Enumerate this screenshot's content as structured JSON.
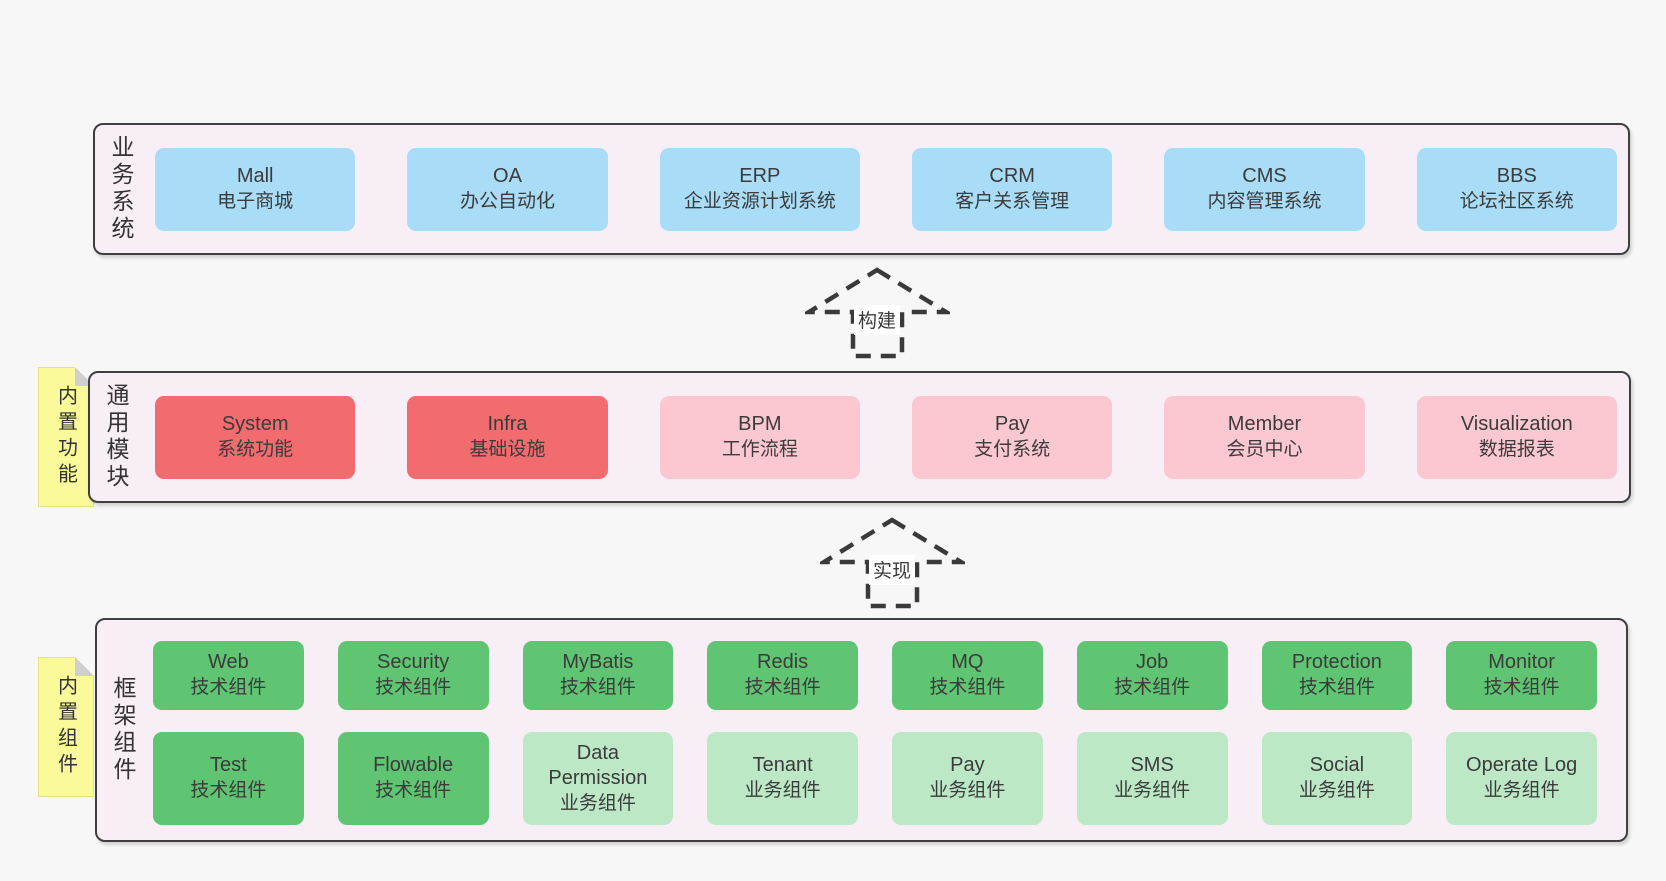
{
  "page": {
    "background": "#f7f7f7"
  },
  "colors": {
    "panel_background": "#f8eef6",
    "panel_border": "#3f3f3f",
    "blue": "#a9dcf6",
    "red": "#f26b6e",
    "pink": "#fbc8d2",
    "green": "#5fc573",
    "light_green": "#bce8c6",
    "note_yellow": "#fafa9b",
    "text": "#3b3b3b"
  },
  "notes": [
    {
      "text": "内置功能"
    },
    {
      "text": "内置组件"
    }
  ],
  "arrows": [
    {
      "label": "构建"
    },
    {
      "label": "实现"
    }
  ],
  "sections": {
    "business": {
      "label": "业务系统",
      "boxes": [
        {
          "name": "Mall",
          "desc": "电子商城",
          "variant": "blue"
        },
        {
          "name": "OA",
          "desc": "办公自动化",
          "variant": "blue"
        },
        {
          "name": "ERP",
          "desc": "企业资源计划系统",
          "variant": "blue"
        },
        {
          "name": "CRM",
          "desc": "客户关系管理",
          "variant": "blue"
        },
        {
          "name": "CMS",
          "desc": "内容管理系统",
          "variant": "blue"
        },
        {
          "name": "BBS",
          "desc": "论坛社区系统",
          "variant": "blue"
        }
      ]
    },
    "modules": {
      "label": "通用模块",
      "boxes": [
        {
          "name": "System",
          "desc": "系统功能",
          "variant": "red"
        },
        {
          "name": "Infra",
          "desc": "基础设施",
          "variant": "red"
        },
        {
          "name": "BPM",
          "desc": "工作流程",
          "variant": "pink"
        },
        {
          "name": "Pay",
          "desc": "支付系统",
          "variant": "pink"
        },
        {
          "name": "Member",
          "desc": "会员中心",
          "variant": "pink"
        },
        {
          "name": "Visualization",
          "desc": "数据报表",
          "variant": "pink"
        }
      ]
    },
    "framework": {
      "label": "框架组件",
      "boxes": [
        {
          "name": "Web",
          "desc": "技术组件",
          "variant": "green"
        },
        {
          "name": "Security",
          "desc": "技术组件",
          "variant": "green"
        },
        {
          "name": "MyBatis",
          "desc": "技术组件",
          "variant": "green"
        },
        {
          "name": "Redis",
          "desc": "技术组件",
          "variant": "green"
        },
        {
          "name": "MQ",
          "desc": "技术组件",
          "variant": "green"
        },
        {
          "name": "Job",
          "desc": "技术组件",
          "variant": "green"
        },
        {
          "name": "Protection",
          "desc": "技术组件",
          "variant": "green"
        },
        {
          "name": "Monitor",
          "desc": "技术组件",
          "variant": "green"
        },
        {
          "name": "Test",
          "desc": "技术组件",
          "variant": "green"
        },
        {
          "name": "Flowable",
          "desc": "技术组件",
          "variant": "green"
        },
        {
          "name": "Data Permission",
          "desc": "业务组件",
          "variant": "lightgreen"
        },
        {
          "name": "Tenant",
          "desc": "业务组件",
          "variant": "lightgreen"
        },
        {
          "name": "Pay",
          "desc": "业务组件",
          "variant": "lightgreen"
        },
        {
          "name": "SMS",
          "desc": "业务组件",
          "variant": "lightgreen"
        },
        {
          "name": "Social",
          "desc": "业务组件",
          "variant": "lightgreen"
        },
        {
          "name": "Operate Log",
          "desc": "业务组件",
          "variant": "lightgreen"
        }
      ]
    }
  }
}
